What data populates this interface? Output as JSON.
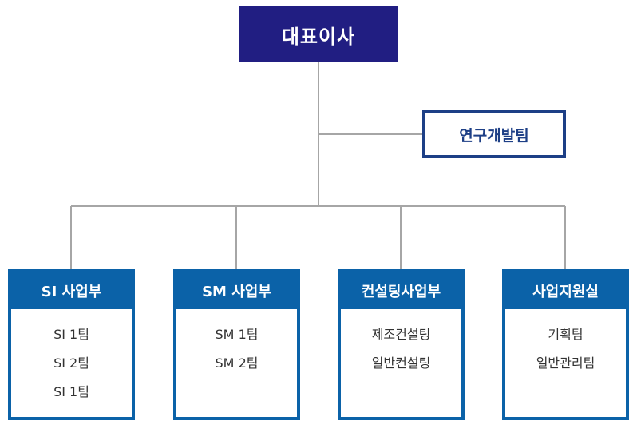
{
  "ceo": {
    "label": "대표이사"
  },
  "rnd": {
    "label": "연구개발팀"
  },
  "departments": [
    {
      "name": "SI 사업부",
      "teams": [
        "SI 1팀",
        "SI 2팀",
        "SI 1팀"
      ]
    },
    {
      "name": "SM 사업부",
      "teams": [
        "SM 1팀",
        "SM 2팀"
      ]
    },
    {
      "name": "컨설팅사업부",
      "teams": [
        "제조컨설팅",
        "일반컨설팅"
      ]
    },
    {
      "name": "사업지원실",
      "teams": [
        "기획팀",
        "일반관리팀"
      ]
    }
  ],
  "colors": {
    "ceo_fill": "#211e82",
    "rnd_border": "#1d3f86",
    "dept_accent": "#0b62a8",
    "connector": "#a6a6a6"
  }
}
